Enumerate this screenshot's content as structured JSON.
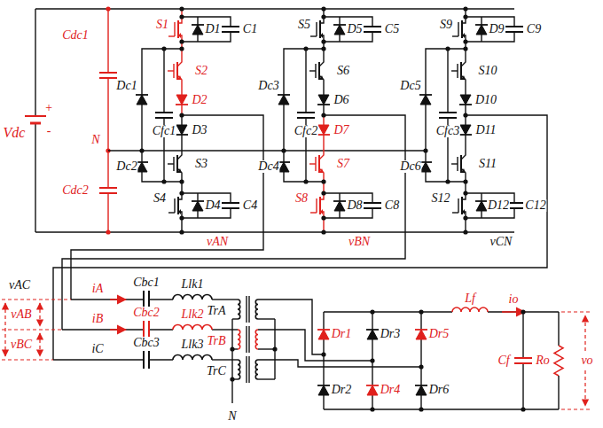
{
  "diagram": {
    "labels": [
      "Cdc1",
      "S1",
      "D1",
      "C1",
      "S5",
      "D5",
      "C5",
      "S9",
      "D9",
      "C9",
      "S2",
      "S6",
      "S10",
      "Dc1",
      "Dc3",
      "Dc5",
      "Cfc1",
      "Cfc2",
      "Cfc3",
      "D2",
      "D6",
      "D10",
      "Vdc",
      "+",
      "-",
      "N",
      "D3",
      "D7",
      "D11",
      "Cdc2",
      "S3",
      "S7",
      "S11",
      "Dc2",
      "Dc4",
      "Dc6",
      "S4",
      "D4",
      "C4",
      "S8",
      "D8",
      "C8",
      "S12",
      "D12",
      "C12",
      "vAN",
      "vBN",
      "vCN",
      "Lf",
      "io",
      "vAC",
      "vAB",
      "vBC",
      "iA",
      "iB",
      "iC",
      "Cbc1",
      "Cbc2",
      "Cbc3",
      "Llk1",
      "Llk2",
      "Llk3",
      "TrA",
      "TrB",
      "TrC",
      "N",
      "Dr1",
      "Dr3",
      "Dr5",
      "Dr2",
      "Dr4",
      "Dr6",
      "Cf",
      "Ro",
      "vo"
    ]
  }
}
